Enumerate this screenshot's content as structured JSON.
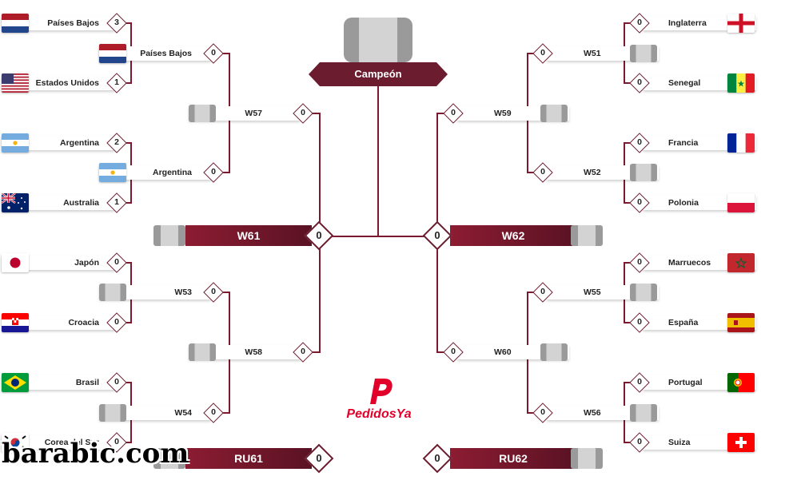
{
  "champion": {
    "label": "Campeón"
  },
  "brand": {
    "name": "PedidosYa",
    "color": "#e2002b"
  },
  "watermark": {
    "text": "barabic.com"
  },
  "colors": {
    "line": "#7b1a2f",
    "band": "#7b1a2f"
  },
  "left": {
    "r16": [
      {
        "name": "Países Bajos",
        "score": "3",
        "flag": "nl"
      },
      {
        "name": "Estados Unidos",
        "score": "1",
        "flag": "us"
      },
      {
        "name": "Argentina",
        "score": "2",
        "flag": "ar"
      },
      {
        "name": "Australia",
        "score": "1",
        "flag": "au"
      },
      {
        "name": "Japón",
        "score": "0",
        "flag": "jp"
      },
      {
        "name": "Croacia",
        "score": "0",
        "flag": "hr"
      },
      {
        "name": "Brasil",
        "score": "0",
        "flag": "br"
      },
      {
        "name": "Corea del Sur",
        "score": "0",
        "flag": "kr"
      }
    ],
    "qf": [
      {
        "name": "Países Bajos",
        "score": "0",
        "flag": "nl"
      },
      {
        "name": "Argentina",
        "score": "0",
        "flag": "ar"
      },
      {
        "name": "W53",
        "score": "0",
        "flag": ""
      },
      {
        "name": "W54",
        "score": "0",
        "flag": ""
      }
    ],
    "sf": [
      {
        "name": "W57",
        "score": "0"
      },
      {
        "name": "W58",
        "score": "0"
      }
    ],
    "final": {
      "name": "W61",
      "score": "0"
    },
    "third": {
      "name": "RU61",
      "score": "0"
    }
  },
  "right": {
    "r16": [
      {
        "name": "Inglaterra",
        "score": "0",
        "flag": "en"
      },
      {
        "name": "Senegal",
        "score": "0",
        "flag": "sn"
      },
      {
        "name": "Francia",
        "score": "0",
        "flag": "fr"
      },
      {
        "name": "Polonia",
        "score": "0",
        "flag": "pl"
      },
      {
        "name": "Marruecos",
        "score": "0",
        "flag": "ma"
      },
      {
        "name": "España",
        "score": "0",
        "flag": "es"
      },
      {
        "name": "Portugal",
        "score": "0",
        "flag": "pt"
      },
      {
        "name": "Suiza",
        "score": "0",
        "flag": "ch"
      }
    ],
    "qf": [
      {
        "name": "W51",
        "score": "0"
      },
      {
        "name": "W52",
        "score": "0"
      },
      {
        "name": "W55",
        "score": "0"
      },
      {
        "name": "W56",
        "score": "0"
      }
    ],
    "sf": [
      {
        "name": "W59",
        "score": "0"
      },
      {
        "name": "W60",
        "score": "0"
      }
    ],
    "final": {
      "name": "W62",
      "score": "0"
    },
    "third": {
      "name": "RU62",
      "score": "0"
    }
  }
}
